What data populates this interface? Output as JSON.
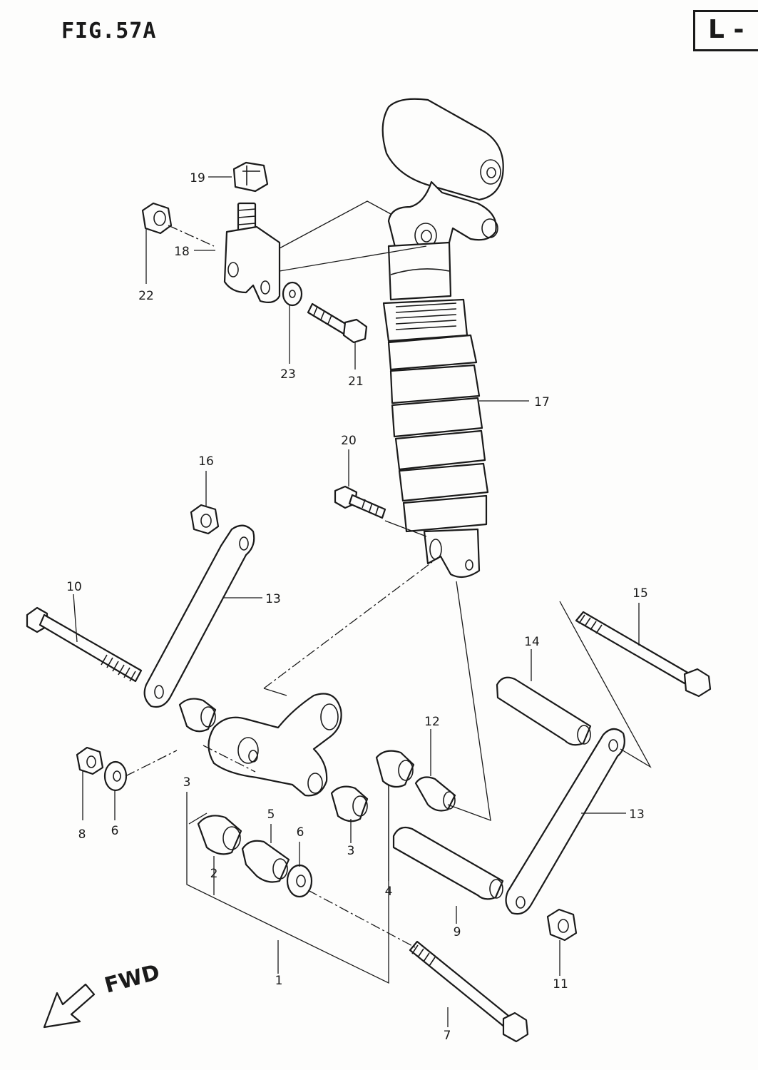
{
  "header": {
    "figure_title": "FIG.57A",
    "model_badge": "L -"
  },
  "direction": {
    "label": "FWD"
  },
  "callouts": {
    "c1": "1",
    "c2": "2",
    "c3a": "3",
    "c3b": "3",
    "c4": "4",
    "c5": "5",
    "c6a": "6",
    "c6b": "6",
    "c7": "7",
    "c8": "8",
    "c9": "9",
    "c10": "10",
    "c11": "11",
    "c12": "12",
    "c13a": "13",
    "c13b": "13",
    "c14": "14",
    "c15": "15",
    "c16": "16",
    "c17": "17",
    "c18": "18",
    "c19": "19",
    "c20": "20",
    "c21": "21",
    "c22": "22",
    "c23": "23"
  },
  "colors": {
    "ink": "#1a1a1a",
    "paper": "#fdfdfc"
  }
}
